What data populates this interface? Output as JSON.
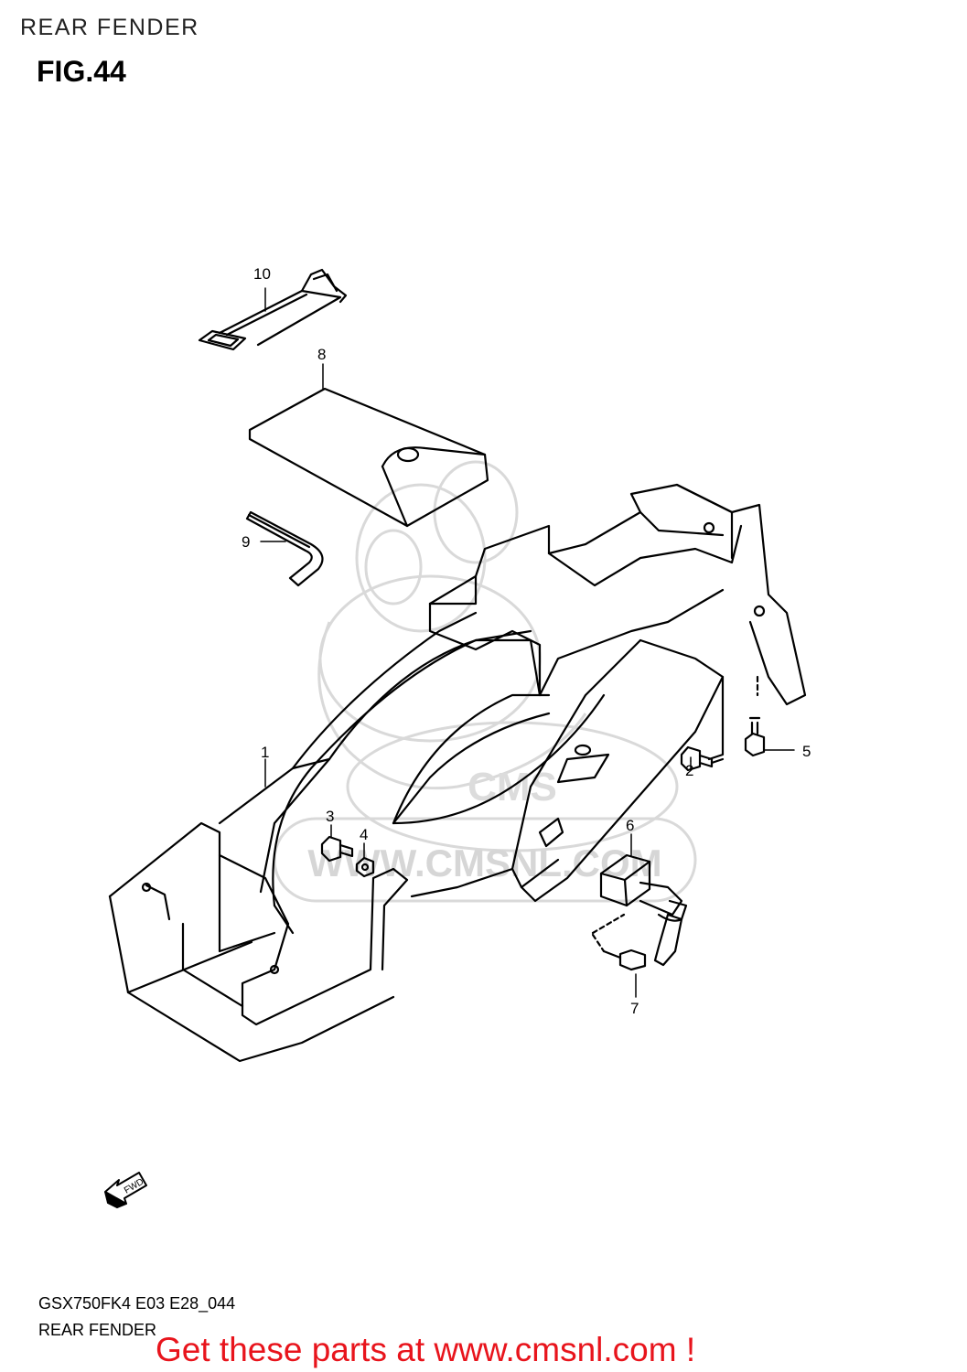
{
  "header": {
    "section_title": "REAR FENDER"
  },
  "figure": {
    "title": "FIG.44"
  },
  "parts": [
    {
      "number": "1",
      "name": "rear-fender"
    },
    {
      "number": "2",
      "name": "bolt"
    },
    {
      "number": "3",
      "name": "bolt"
    },
    {
      "number": "4",
      "name": "nut"
    },
    {
      "number": "5",
      "name": "screw"
    },
    {
      "number": "6",
      "name": "seat-lock"
    },
    {
      "number": "7",
      "name": "screw"
    },
    {
      "number": "8",
      "name": "tool-bag-plate"
    },
    {
      "number": "9",
      "name": "hex-wrench"
    },
    {
      "number": "10",
      "name": "strap"
    }
  ],
  "direction_marker": {
    "text": "FWD"
  },
  "watermark": {
    "text": "WWW.CMSNL.COM",
    "logo_text": "CMS"
  },
  "footer": {
    "diagram_code": "GSX750FK4 E03 E28_044",
    "subtitle": "REAR FENDER",
    "promo_text": "Get these parts at www.cmsnl.com !"
  },
  "colors": {
    "line": "#000000",
    "promo": "#e8141c",
    "watermark": "#d9d9d9"
  }
}
